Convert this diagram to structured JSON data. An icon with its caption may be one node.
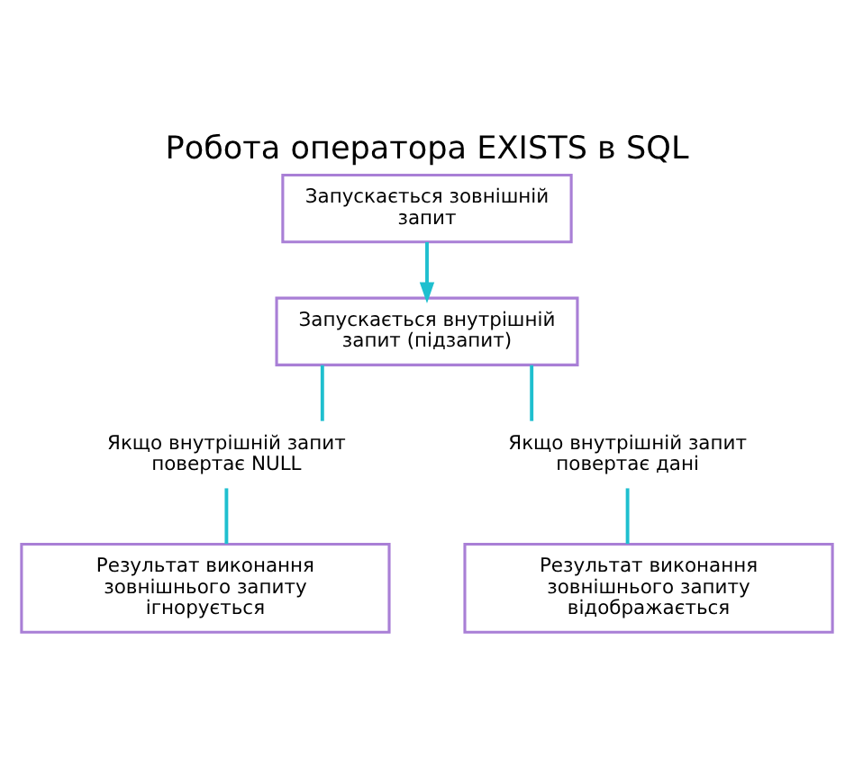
{
  "diagram": {
    "title": "Робота оператора EXISTS в SQL",
    "nodes": [
      {
        "text": [
          "Запускається зовнішній запит"
        ]
      },
      {
        "text": [
          "Запускається внутрішній запит (підзапит)"
        ]
      },
      {
        "text": [
          "Якщо внутрішній запит повертає NULL"
        ]
      },
      {
        "text": [
          "Якщо внутрішній запит повертає дані"
        ]
      },
      {
        "text": [
          "Результат виконання зовнішнього запиту ігнорується"
        ]
      },
      {
        "text": [
          "Результат виконання зовнішнього запиту відображається"
        ]
      }
    ],
    "edges": [
      {
        "from": 0,
        "to": 1,
        "arrow": "to"
      },
      {
        "from": 1,
        "to": 2,
        "arrow": "none"
      },
      {
        "from": 1,
        "to": 3,
        "arrow": "none"
      },
      {
        "from": 2,
        "to": 4,
        "arrow": "none"
      },
      {
        "from": 3,
        "to": 5,
        "arrow": "none"
      }
    ]
  }
}
